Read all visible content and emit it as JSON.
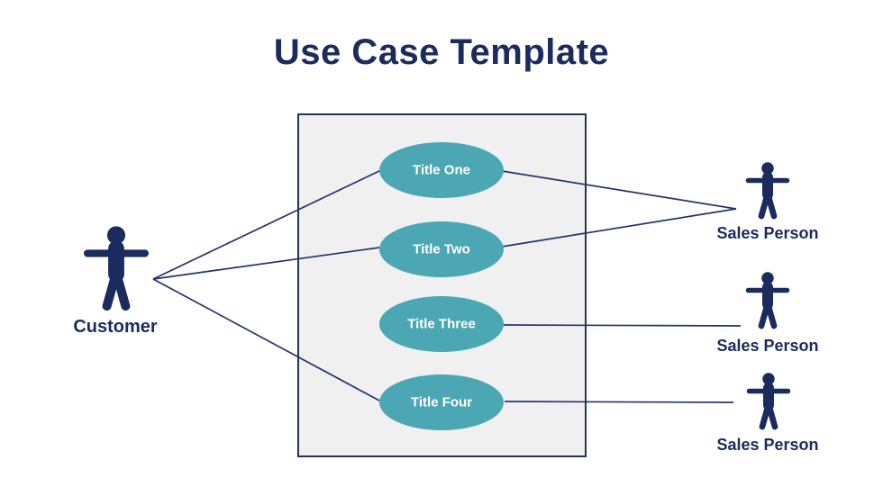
{
  "title": "Use Case Template",
  "colors": {
    "navy": "#1b2b5e",
    "teal": "#4ba7b3",
    "line": "#23356b",
    "boundary_fill": "#f0f0f1",
    "boundary_border": "#243457",
    "background": "#ffffff",
    "use_case_text": "#ffffff"
  },
  "left_actor": {
    "label": "Customer"
  },
  "right_actors": [
    {
      "label": "Sales Person"
    },
    {
      "label": "Sales Person"
    },
    {
      "label": "Sales Person"
    }
  ],
  "use_cases": [
    {
      "label": "Title One"
    },
    {
      "label": "Title Two"
    },
    {
      "label": "Title Three"
    },
    {
      "label": "Title Four"
    }
  ]
}
